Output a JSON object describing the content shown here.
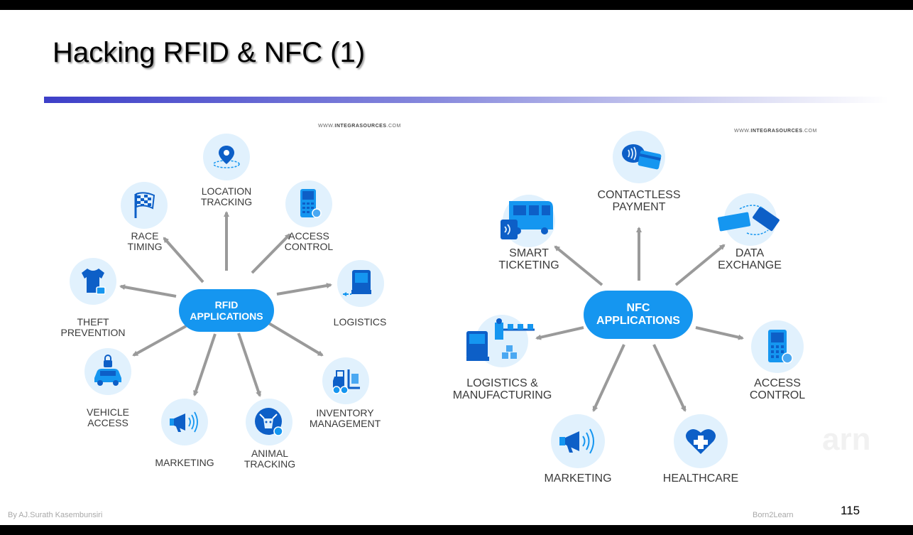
{
  "slide": {
    "title": "Hacking RFID & NFC (1)",
    "page_number": "115",
    "footer_left": "By AJ.Surath Kasembunsiri",
    "footer_right": "Born2Learn",
    "watermark": "arn"
  },
  "colors": {
    "accent_blue": "#1596f0",
    "dark_blue": "#0d5fc7",
    "icon_bg": "#e1f1fd",
    "arrow_gray": "#9a9a9a"
  },
  "rfid": {
    "credit_prefix": "WWW.",
    "credit_brand": "INTEGRASOURCES",
    "credit_suffix": ".COM",
    "hub": "RFID\nAPPLICATIONS",
    "items": [
      {
        "label": "LOCATION\nTRACKING",
        "icon": "location-pin-icon"
      },
      {
        "label": "ACCESS\nCONTROL",
        "icon": "access-terminal-icon"
      },
      {
        "label": "LOGISTICS",
        "icon": "truck-icon"
      },
      {
        "label": "INVENTORY\nMANAGEMENT",
        "icon": "forklift-icon"
      },
      {
        "label": "ANIMAL\nTRACKING",
        "icon": "cow-tag-icon"
      },
      {
        "label": "MARKETING",
        "icon": "megaphone-icon"
      },
      {
        "label": "VEHICLE\nACCESS",
        "icon": "car-lock-icon"
      },
      {
        "label": "THEFT\nPREVENTION",
        "icon": "tshirt-tag-icon"
      },
      {
        "label": "RACE\nTIMING",
        "icon": "checkered-flag-icon"
      }
    ]
  },
  "nfc": {
    "credit_prefix": "WWW.",
    "credit_brand": "INTEGRASOURCES",
    "credit_suffix": ".COM",
    "hub": "NFC\nAPPLICATIONS",
    "items": [
      {
        "label": "CONTACTLESS\nPAYMENT",
        "icon": "contactless-card-icon"
      },
      {
        "label": "DATA\nEXCHANGE",
        "icon": "phone-exchange-icon"
      },
      {
        "label": "ACCESS\nCONTROL",
        "icon": "access-terminal-icon"
      },
      {
        "label": "HEALTHCARE",
        "icon": "heart-cross-icon"
      },
      {
        "label": "MARKETING",
        "icon": "megaphone-icon"
      },
      {
        "label": "LOGISTICS &\nMANUFACTURING",
        "icon": "factory-truck-icon"
      },
      {
        "label": "SMART\nTICKETING",
        "icon": "bus-ticket-icon"
      }
    ]
  }
}
